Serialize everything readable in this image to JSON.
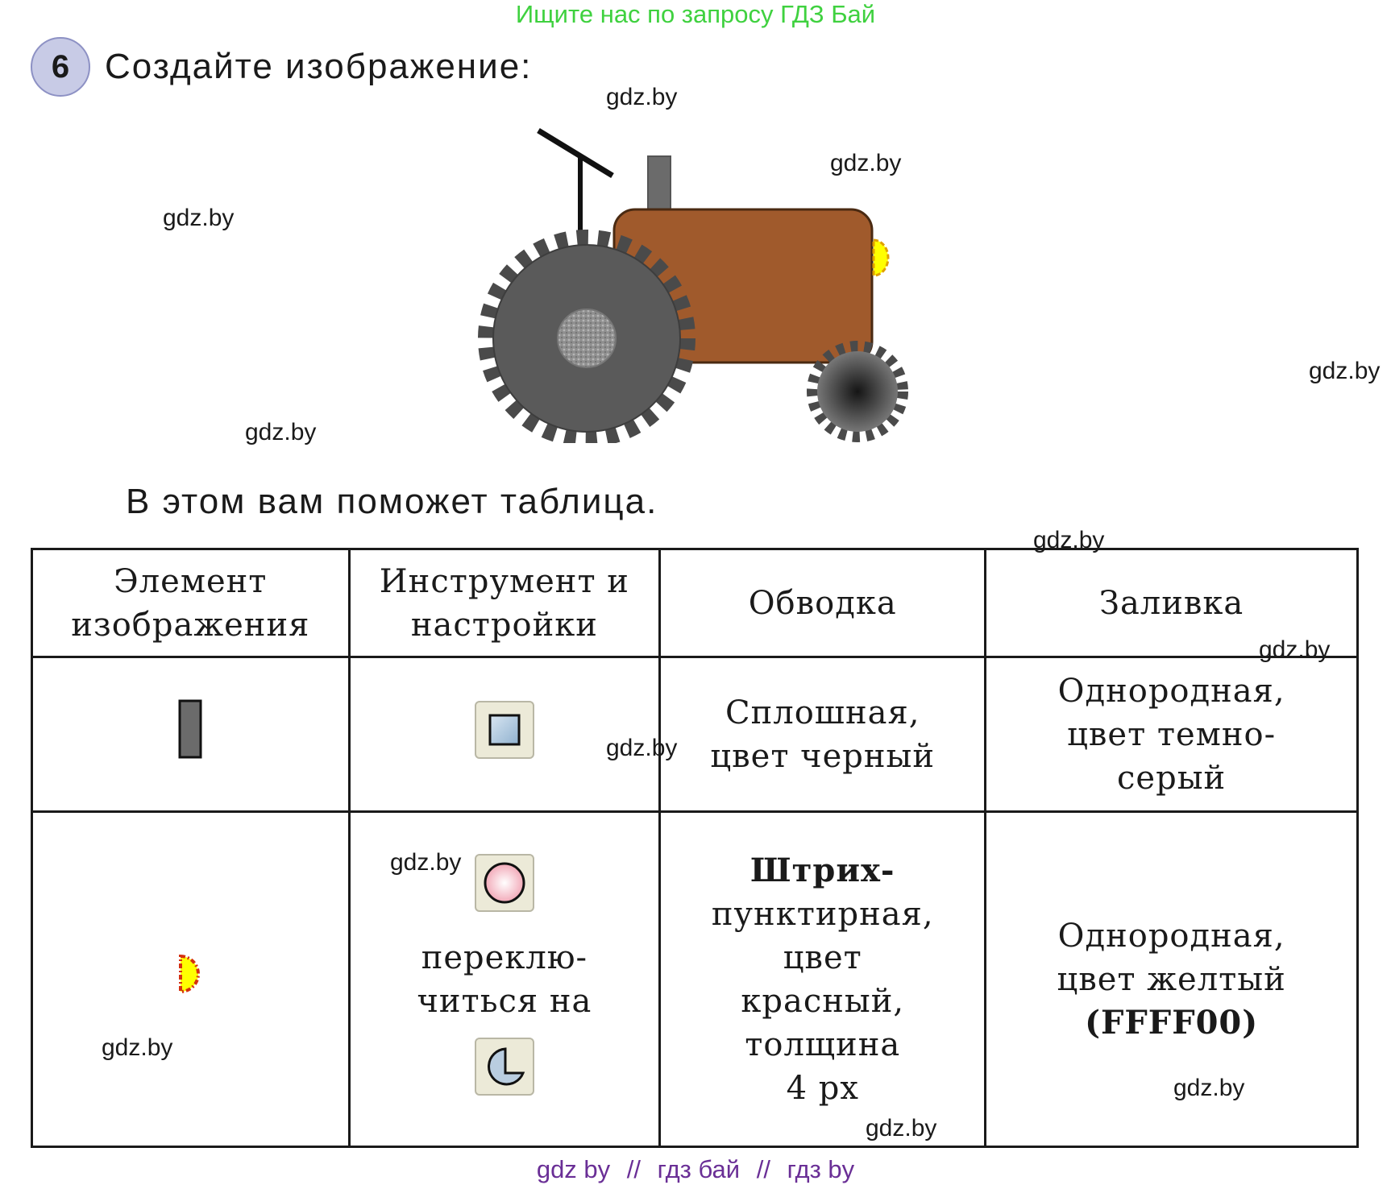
{
  "header": {
    "banner": "Ищите нас по запросу ГДЗ Бай"
  },
  "task": {
    "number": "6",
    "title": "Создайте изображение:"
  },
  "watermarks": [
    "gdz.by",
    "gdz.by",
    "gdz.by",
    "gdz.by",
    "gdz.by",
    "gdz.by",
    "gdz.by",
    "gdz.by",
    "gdz.by",
    "gdz.by",
    "gdz.by",
    "gdz.by"
  ],
  "subtitle": "В этом вам поможет таблица.",
  "table": {
    "headers": [
      "Элемент изображения",
      "Инструмент и настройки",
      "Обводка",
      "Заливка"
    ],
    "rows": [
      {
        "outline": [
          "Сплошная,",
          "цвет черный"
        ],
        "fill": [
          "Однородная,",
          "цвет темно-",
          "серый"
        ]
      },
      {
        "tool_text": [
          "переклю-",
          "читься на"
        ],
        "outline": [
          "Штрих-",
          "пунктирная,",
          "цвет",
          "красный,",
          "толщина",
          "4 px"
        ],
        "fill": [
          "Однородная,",
          "цвет желтый",
          "(FFFF00)"
        ]
      }
    ]
  },
  "footer": {
    "parts": [
      "gdz by",
      "//",
      "гдз бай",
      "//",
      "гдз by"
    ]
  },
  "colors": {
    "banner": "#3fd13f",
    "footer": "#6a2f96",
    "tractor_body": "#a05a2c",
    "wheel": "#5a5a5a",
    "light": "#ffff00"
  }
}
